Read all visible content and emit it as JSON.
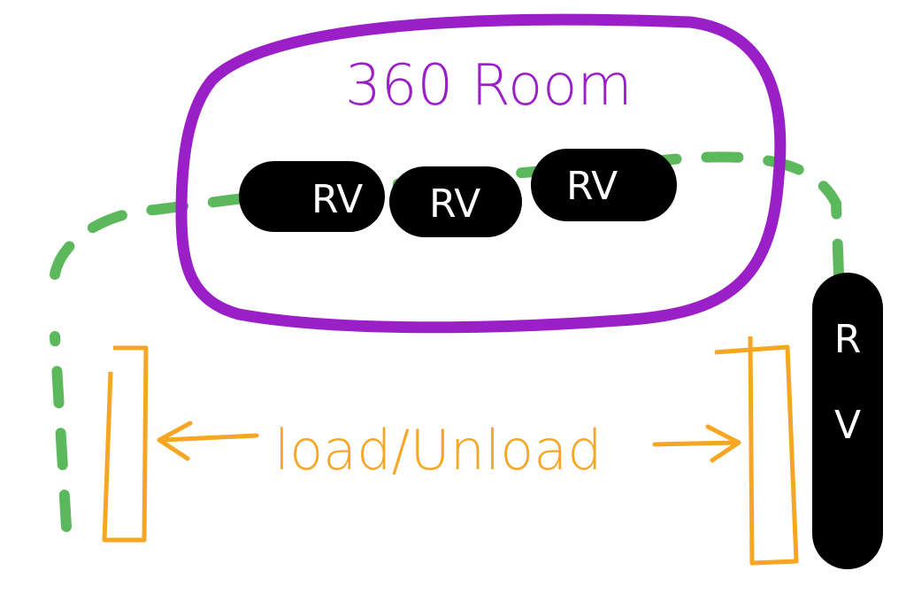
{
  "title": "360 Room",
  "vehicles": [
    "RV",
    "RV",
    "RV"
  ],
  "side_vehicle": [
    "R",
    "V"
  ],
  "load_label": "load/Unload",
  "colors": {
    "room_outline": "#9b1fc6",
    "track": "#5cb85c",
    "bay": "#f5a623",
    "vehicle": "#000000",
    "vehicle_text": "#ffffff"
  }
}
